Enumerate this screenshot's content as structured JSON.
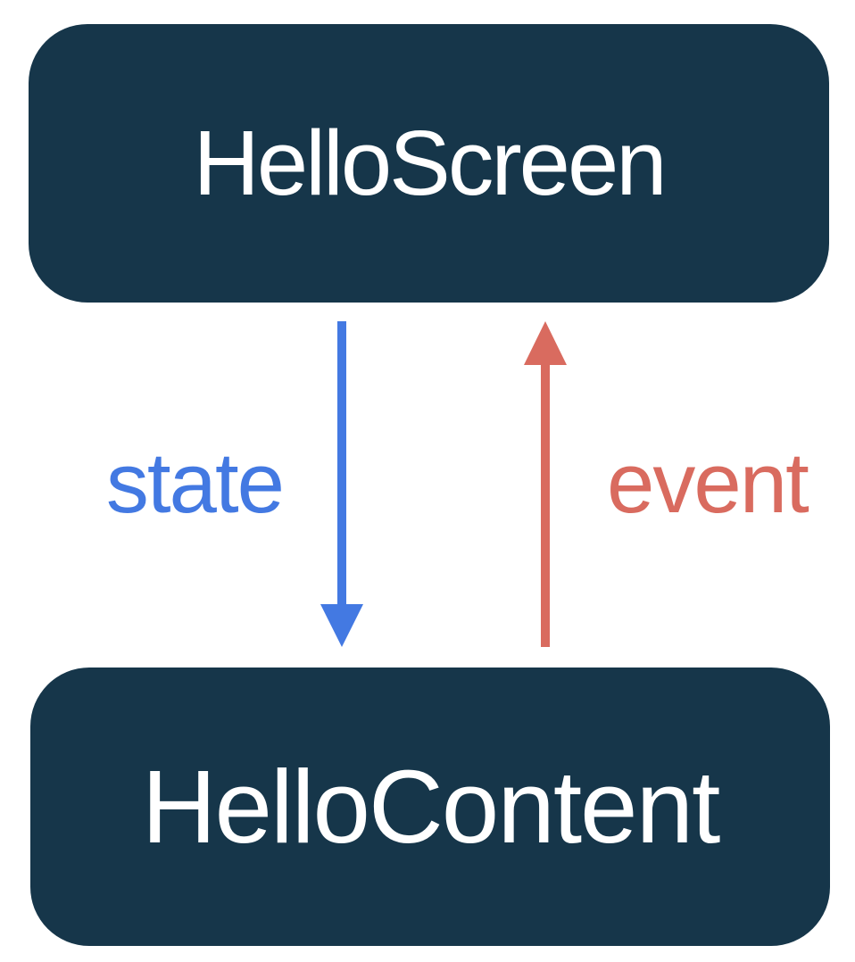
{
  "diagram": {
    "title": "unidirectional-data-flow",
    "nodes": [
      {
        "id": "hello-screen",
        "label": "HelloScreen"
      },
      {
        "id": "hello-content",
        "label": "HelloContent"
      }
    ],
    "edges": [
      {
        "id": "state",
        "label": "state",
        "direction": "down",
        "from": "hello-screen",
        "to": "hello-content"
      },
      {
        "id": "event",
        "label": "event",
        "direction": "up",
        "from": "hello-content",
        "to": "hello-screen"
      }
    ]
  },
  "colors": {
    "background": "#ffffff",
    "box_fill": "#16364a",
    "box_text": "#ffffff",
    "state_blue": "#4379e2",
    "event_red": "#d96b5f"
  }
}
